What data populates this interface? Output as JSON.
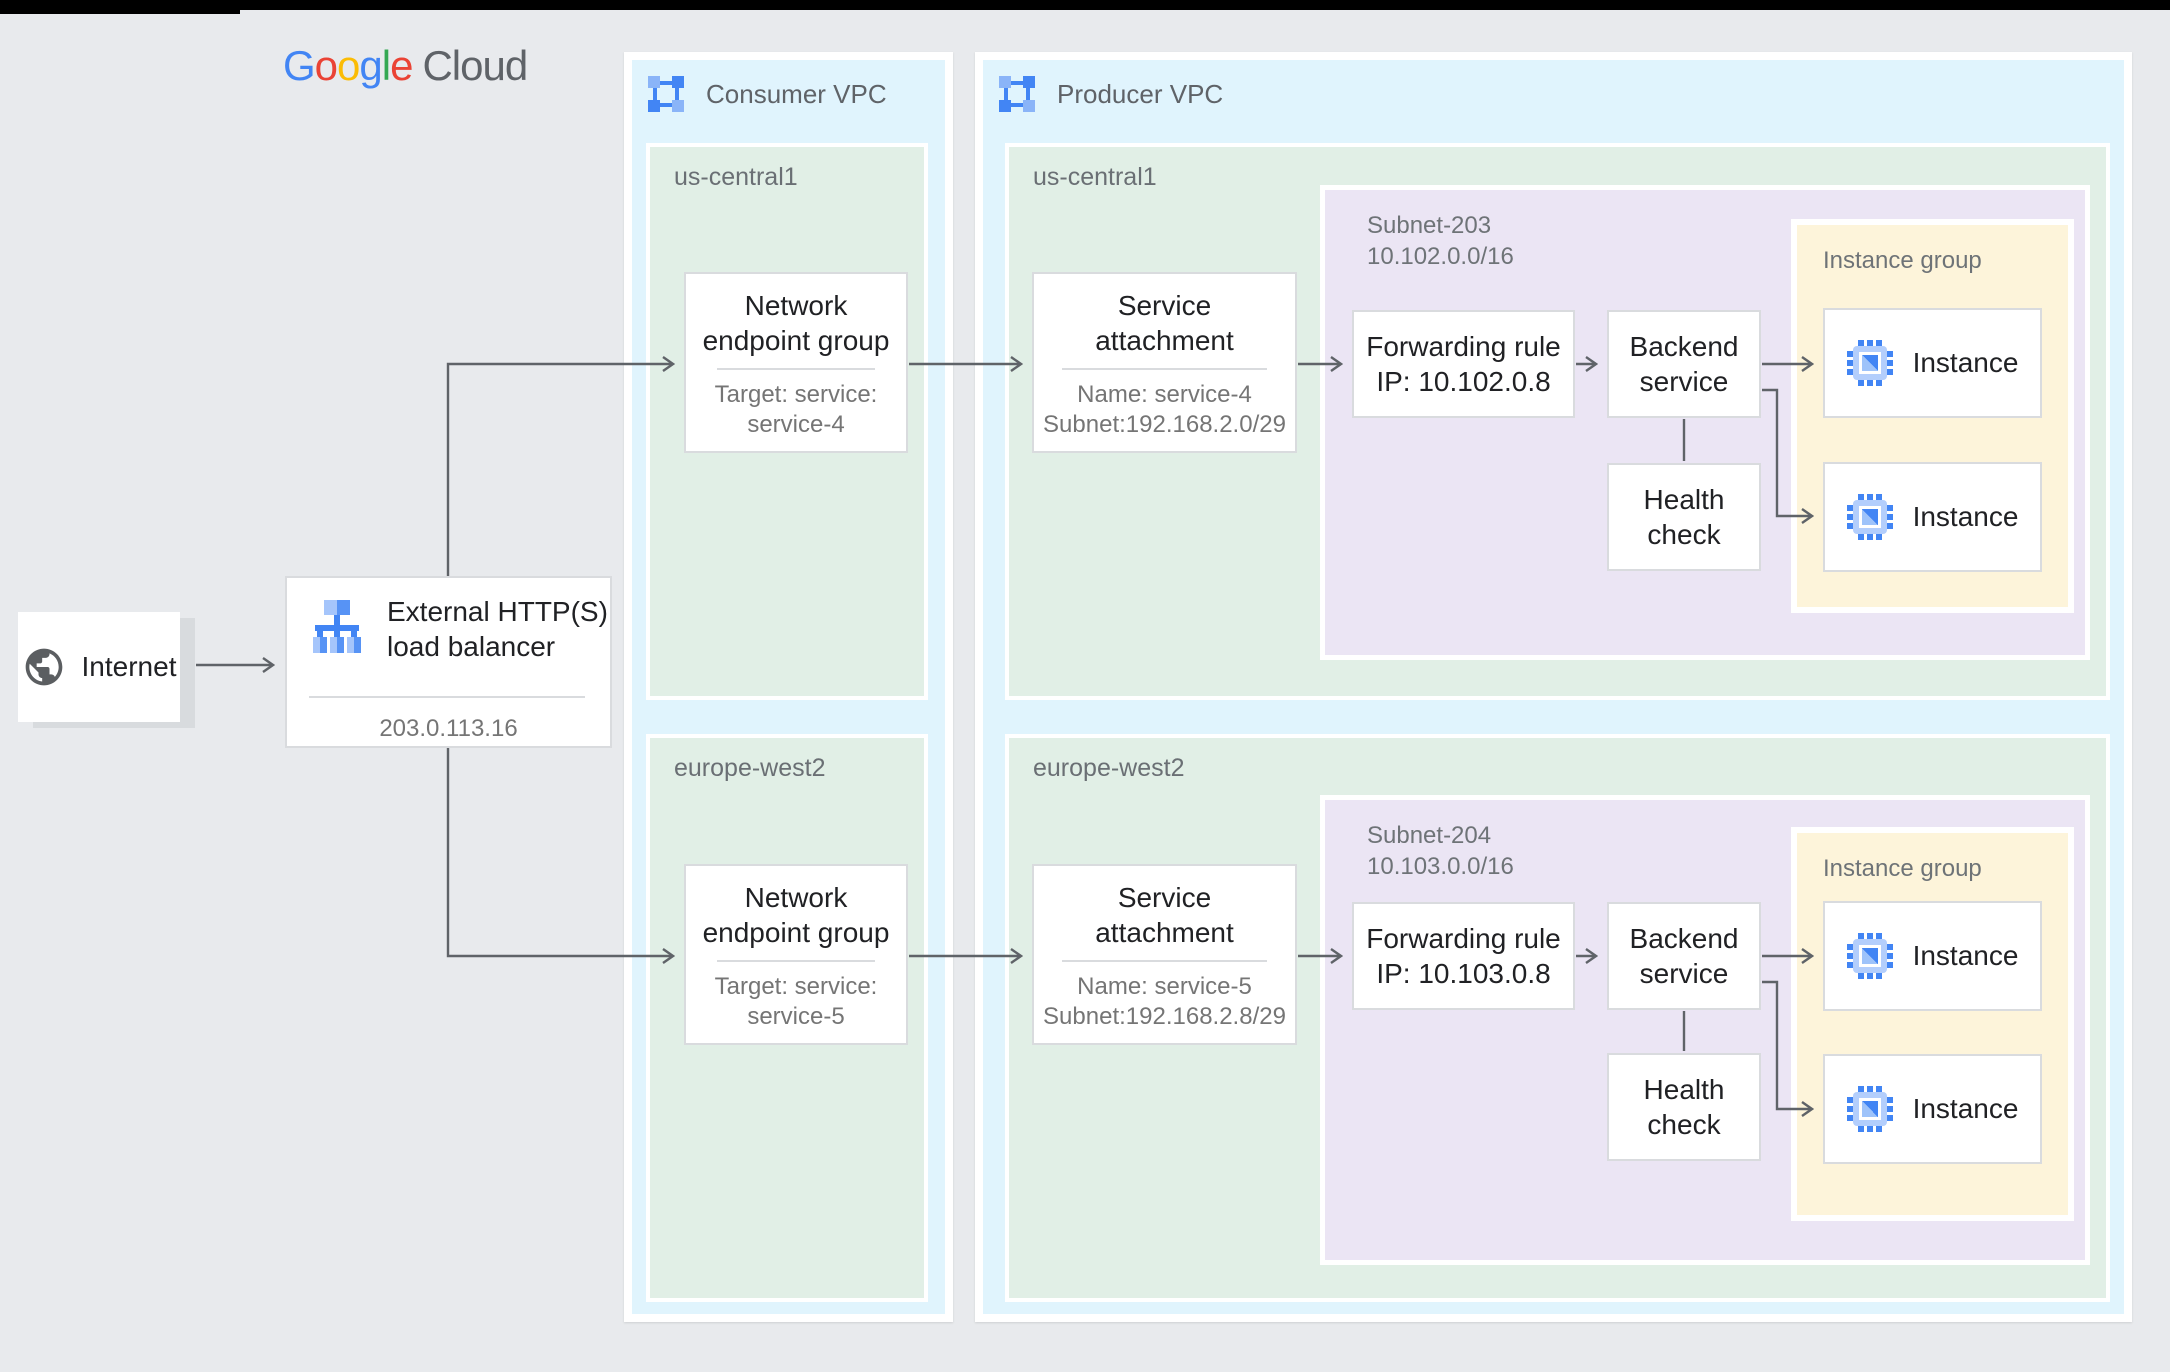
{
  "logo": {
    "letters": [
      {
        "ch": "G"
      },
      {
        "ch": "o"
      },
      {
        "ch": "o"
      },
      {
        "ch": "g"
      },
      {
        "ch": "l"
      },
      {
        "ch": "e"
      }
    ],
    "suffix": "Cloud"
  },
  "internet": {
    "label": "Internet"
  },
  "load_balancer": {
    "title_line1": "External HTTP(S)",
    "title_line2": "load balancer",
    "ip": "203.0.113.16"
  },
  "consumer_vpc": {
    "label": "Consumer VPC",
    "regions": [
      {
        "name": "us-central1",
        "neg": {
          "title_line1": "Network",
          "title_line2": "endpoint group",
          "detail_line1": "Target: service:",
          "detail_line2": "service-4"
        }
      },
      {
        "name": "europe-west2",
        "neg": {
          "title_line1": "Network",
          "title_line2": "endpoint group",
          "detail_line1": "Target: service:",
          "detail_line2": "service-5"
        }
      }
    ]
  },
  "producer_vpc": {
    "label": "Producer VPC",
    "regions": [
      {
        "name": "us-central1",
        "service_attachment": {
          "title_line1": "Service",
          "title_line2": "attachment",
          "detail_line1": "Name: service-4",
          "detail_line2": "Subnet:192.168.2.0/29"
        },
        "subnet": {
          "name": "Subnet-203",
          "cidr": "10.102.0.0/16",
          "forwarding_rule": {
            "line1": "Forwarding rule",
            "line2": "IP: 10.102.0.8"
          },
          "backend_service": {
            "line1": "Backend",
            "line2": "service"
          },
          "health_check": {
            "line1": "Health",
            "line2": "check"
          },
          "instance_group": {
            "label": "Instance group",
            "instances": [
              {
                "label": "Instance"
              },
              {
                "label": "Instance"
              }
            ]
          }
        }
      },
      {
        "name": "europe-west2",
        "service_attachment": {
          "title_line1": "Service",
          "title_line2": "attachment",
          "detail_line1": "Name: service-5",
          "detail_line2": "Subnet:192.168.2.8/29"
        },
        "subnet": {
          "name": "Subnet-204",
          "cidr": "10.103.0.0/16",
          "forwarding_rule": {
            "line1": "Forwarding rule",
            "line2": "IP: 10.103.0.8"
          },
          "backend_service": {
            "line1": "Backend",
            "line2": "service"
          },
          "health_check": {
            "line1": "Health",
            "line2": "check"
          },
          "instance_group": {
            "label": "Instance group",
            "instances": [
              {
                "label": "Instance"
              },
              {
                "label": "Instance"
              }
            ]
          }
        }
      }
    ]
  },
  "colors": {
    "background": "#e8eaed",
    "vpc_fill": "#e0f4fd",
    "region_fill": "#e1efe6",
    "subnet_fill": "#ebe5f4",
    "instance_group_fill": "#fdf4da",
    "accent_blue": "#4285f4",
    "wire": "#5f6368",
    "google_blue": "#4285F4",
    "google_red": "#EA4335",
    "google_yellow": "#FBBC05",
    "google_green": "#34A853"
  }
}
